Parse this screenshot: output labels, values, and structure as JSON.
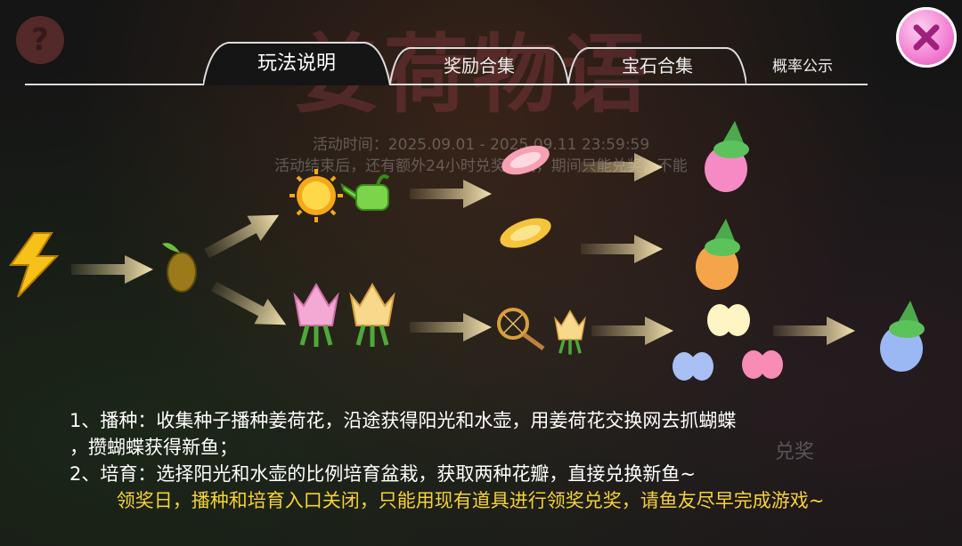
{
  "background": {
    "title_watermark": "姜荷物语",
    "event_time": "活动时间：2025.09.01 - 2025.09.11 23:59:59",
    "event_note": "活动结束后，还有额外24小时兑奖时间，期间只能兑奖，不能",
    "exchange_label": "兑奖"
  },
  "tabs": [
    {
      "label": "玩法说明",
      "active": true
    },
    {
      "label": "奖励合集",
      "active": false
    },
    {
      "label": "宝石合集",
      "active": false
    },
    {
      "label": "概率公示",
      "active": false
    }
  ],
  "description": {
    "line1": "1、播种：收集种子播种姜荷花，沿途获得阳光和水壶，用姜荷花交换网去抓蝴蝶",
    "line2": "，攒蝴蝶获得新鱼；",
    "line3": "2、培育：选择阳光和水壶的比例培育盆栽，获取两种花瓣，直接兑换新鱼~"
  },
  "notice": {
    "text": "领奖日，播种和培育入口关闭，只能用现有道具进行领奖兑奖，请鱼友尽早完成游戏~"
  },
  "colors": {
    "notice": "#f6d23a",
    "arrow": "#d8c28a",
    "close_button": "#f07ad0"
  },
  "flow_icons": [
    "lightning-icon",
    "seed-icon",
    "sun-icon",
    "watering-can-icon",
    "pink-petal-icon",
    "yellow-petal-icon",
    "pink-flower-fish-icon",
    "orange-flower-fish-icon",
    "pink-ginger-flower-icon",
    "yellow-ginger-flower-icon",
    "butterfly-net-icon",
    "butterfly-icon",
    "blue-flower-fish-icon"
  ]
}
